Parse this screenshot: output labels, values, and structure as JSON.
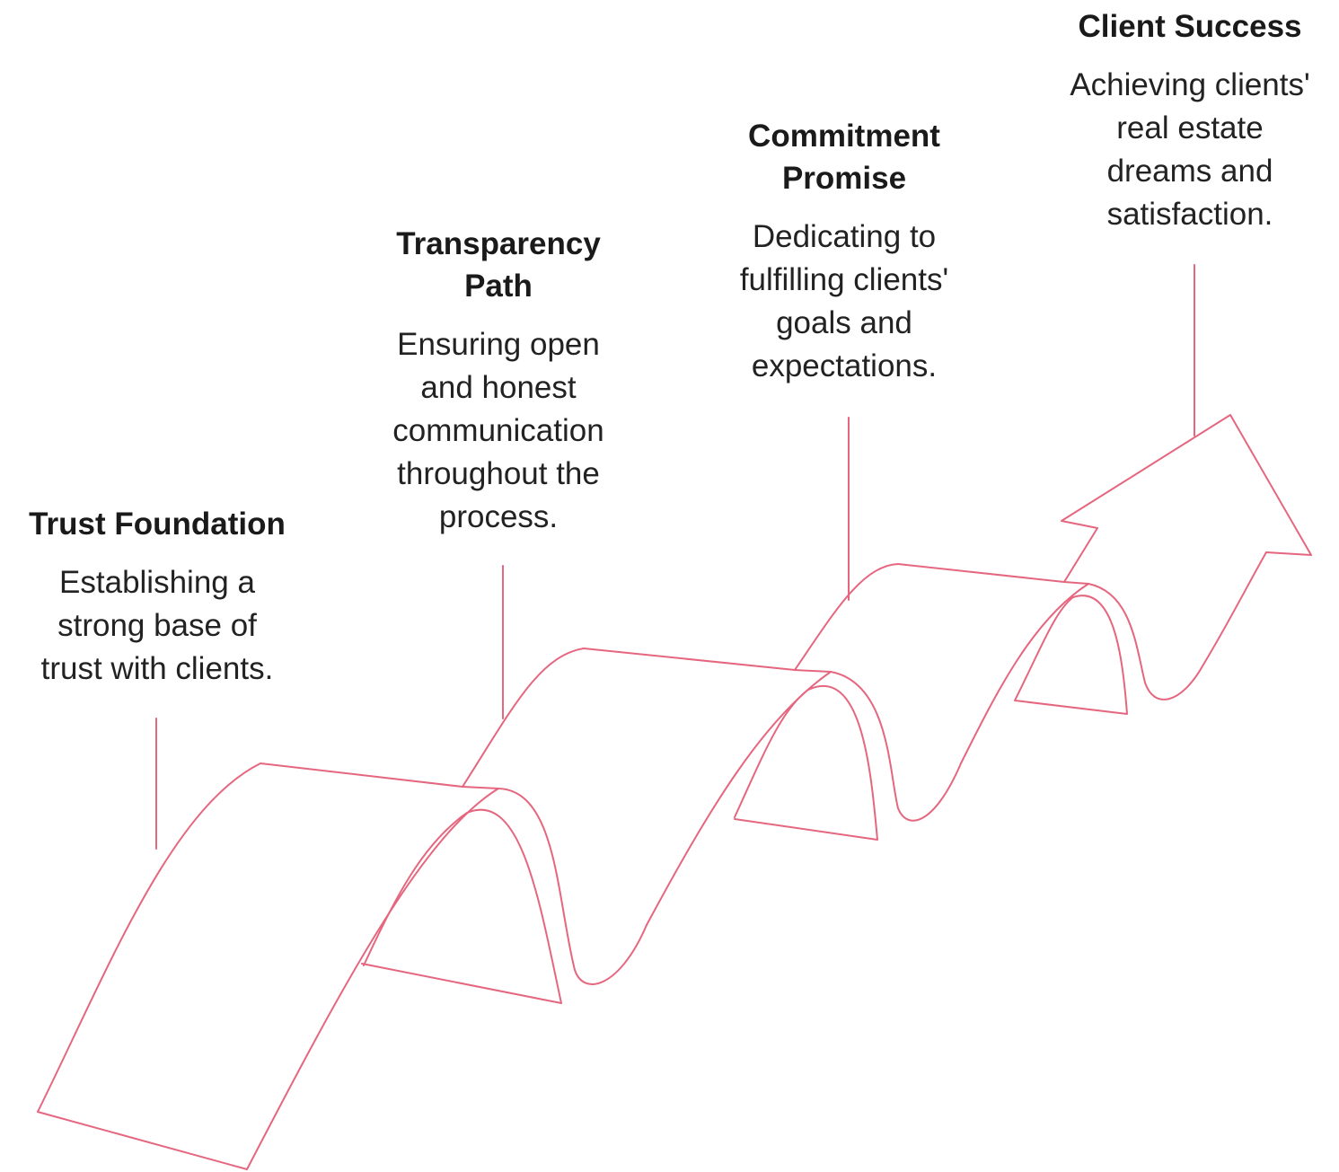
{
  "diagram": {
    "stroke_color": "#e5677f",
    "stages": [
      {
        "title": "Trust Foundation",
        "description": [
          "Establishing a",
          "strong base of",
          "trust with clients."
        ]
      },
      {
        "title": [
          "Transparency",
          "Path"
        ],
        "description": [
          "Ensuring open",
          "and honest",
          "communication",
          "throughout the",
          "process."
        ]
      },
      {
        "title": [
          "Commitment",
          "Promise"
        ],
        "description": [
          "Dedicating to",
          "fulfilling clients'",
          "goals and",
          "expectations."
        ]
      },
      {
        "title": "Client Success",
        "description": [
          "Achieving clients'",
          "real estate",
          "dreams and",
          "satisfaction."
        ]
      }
    ]
  }
}
